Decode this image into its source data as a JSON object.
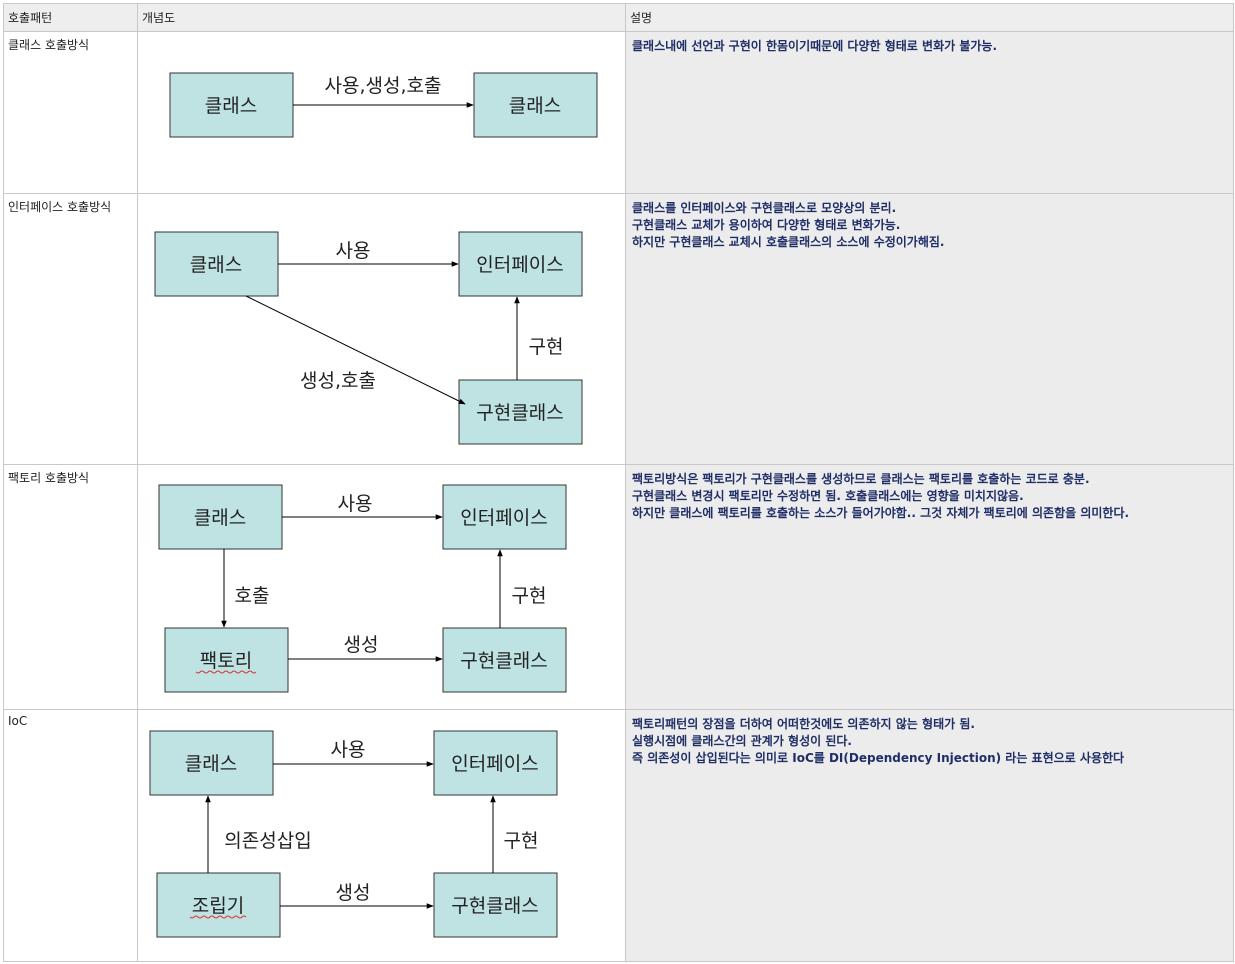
{
  "headers": {
    "pattern": "호출패턴",
    "diagram": "개념도",
    "description": "설명"
  },
  "rows": [
    {
      "pattern": "클래스 호출방식",
      "diagram": {
        "box_a": "클래스",
        "box_b": "클래스",
        "arrow": "사용,생성,호출"
      },
      "description": [
        "클래스내에 선언과 구현이 한몸이기때문에 다양한 형태로 변화가 불가능."
      ]
    },
    {
      "pattern": "인터페이스 호출방식",
      "diagram": {
        "box_class": "클래스",
        "box_interface": "인터페이스",
        "box_impl": "구현클래스",
        "use": "사용",
        "create_call": "생성,호출",
        "implements": "구현"
      },
      "description": [
        "클래스를 인터페이스와 구현클래스로 모양상의 분리.",
        "구현클래스 교체가 용이하여 다양한 형태로 변화가능.",
        "하지만 구현클래스 교체시 호출클래스의 소스에 수정이가해짐."
      ]
    },
    {
      "pattern": "팩토리 호출방식",
      "diagram": {
        "box_class": "클래스",
        "box_interface": "인터페이스",
        "box_factory": "팩토리",
        "box_impl": "구현클래스",
        "use": "사용",
        "call": "호출",
        "create": "생성",
        "implements": "구현"
      },
      "description": [
        "팩토리방식은 팩토리가 구현클래스를 생성하므로 클래스는 팩토리를 호출하는 코드로 충분.",
        "구현클래스 변경시 팩토리만 수정하면 됨. 호출클래스에는 영향을 미치지않음.",
        "하지만 클래스에 팩토리를 호출하는 소스가 들어가야함.. 그것 자체가 팩토리에 의존함을 의미한다."
      ]
    },
    {
      "pattern": "IoC",
      "diagram": {
        "box_class": "클래스",
        "box_interface": "인터페이스",
        "box_assembler": "조립기",
        "box_impl": "구현클래스",
        "use": "사용",
        "inject": "의존성삽입",
        "create": "생성",
        "implements": "구현"
      },
      "description": [
        "팩토리패턴의 장점을 더하여 어떠한것에도 의존하지 않는 형태가 됨.",
        "실행시점에 클래스간의 관계가 형성이 된다.",
        "즉 의존성이 삽입된다는 의미로 IoC를 DI(Dependency Injection) 라는 표현으로 사용한다"
      ]
    }
  ],
  "colors": {
    "box_fill": "#bfe3e3",
    "header_bg": "#eeeeee",
    "desc_bg": "#ececec",
    "desc_text": "#1f2e66"
  }
}
